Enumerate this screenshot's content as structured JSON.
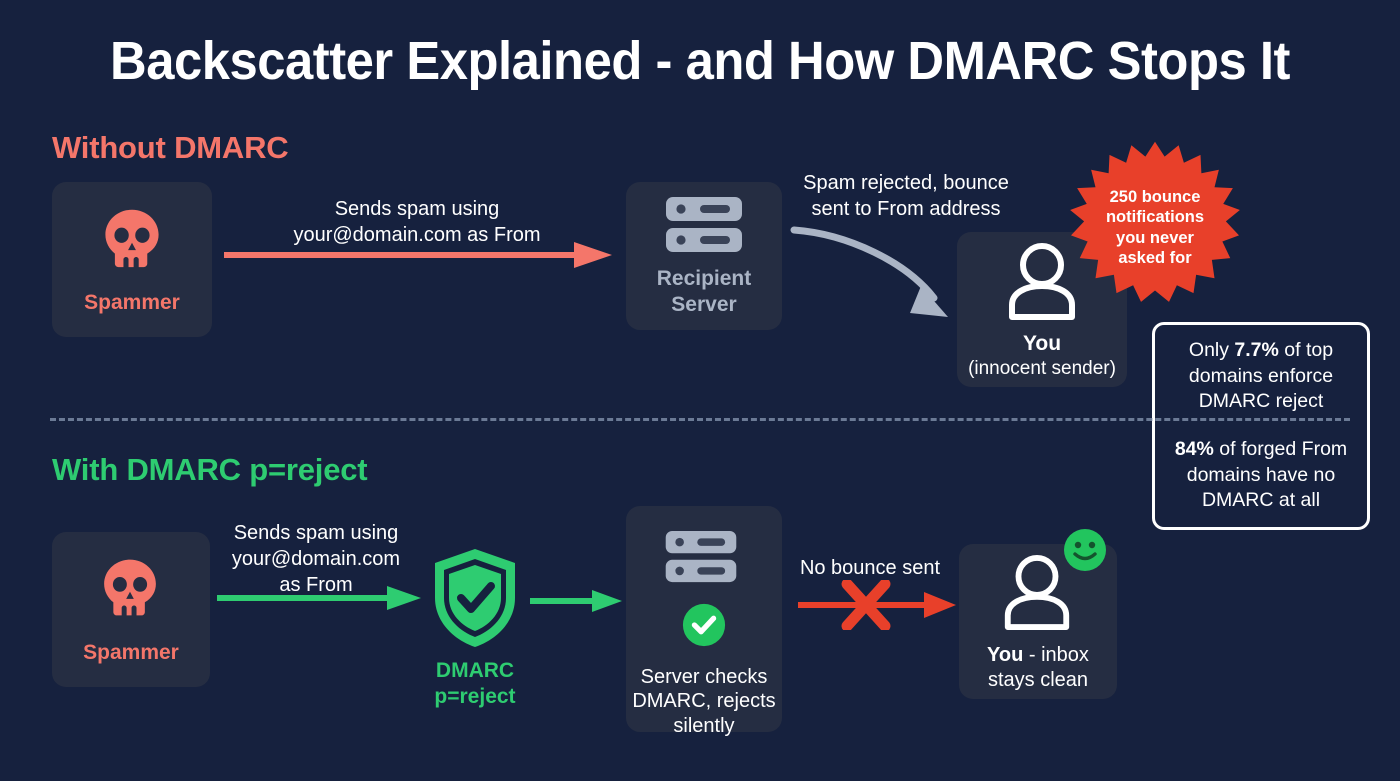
{
  "title": "Backscatter Explained - and How DMARC Stops It",
  "colors": {
    "background": "#16213e",
    "card": "#252d42",
    "danger": "#f4766a",
    "success": "#2ecc71",
    "burst": "#e8402a",
    "arrow_gray": "#aab4c5",
    "arrow_red": "#e8402a",
    "text": "#ffffff"
  },
  "without_dmarc": {
    "heading": "Without DMARC",
    "spammer_card": {
      "icon": "skull-icon",
      "label": "Spammer"
    },
    "flow_text_1": {
      "line1": "Sends spam using",
      "line2": "your@domain.com as From"
    },
    "server_card": {
      "icon": "server-icon",
      "label_line1": "Recipient",
      "label_line2": "Server"
    },
    "flow_text_2": {
      "line1": "Spam rejected, bounce",
      "line2": "sent to From address"
    },
    "you_card": {
      "icon": "person-icon",
      "label": "You",
      "sublabel": "(innocent sender)"
    },
    "burst_badge": {
      "line1": "250 bounce",
      "line2": "notifications",
      "line3": "you never",
      "line4": "asked for"
    }
  },
  "with_dmarc": {
    "heading": "With DMARC p=reject",
    "spammer_card": {
      "icon": "skull-icon",
      "label": "Spammer"
    },
    "flow_text_1": {
      "line1": "Sends spam using",
      "line2": "your@domain.com",
      "line3": "as From"
    },
    "shield": {
      "icon": "shield-check-icon",
      "label_line1": "DMARC",
      "label_line2": "p=reject"
    },
    "server_card": {
      "icon": "server-icon",
      "badge_icon": "check-circle-icon",
      "label_line1": "Server checks",
      "label_line2": "DMARC, rejects",
      "label_line3": "silently"
    },
    "flow_text_2": {
      "line1": "No bounce sent"
    },
    "you_card": {
      "icon": "person-icon",
      "badge_icon": "smiley-face-icon",
      "label_bold": "You",
      "label_rest": " - inbox",
      "label_line2": "stays clean"
    }
  },
  "stats": {
    "stat1_prefix": "Only ",
    "stat1_value": "7.7%",
    "stat1_suffix": " of top domains enforce DMARC reject",
    "stat2_value": "84%",
    "stat2_suffix": " of forged From domains have no DMARC at all"
  }
}
